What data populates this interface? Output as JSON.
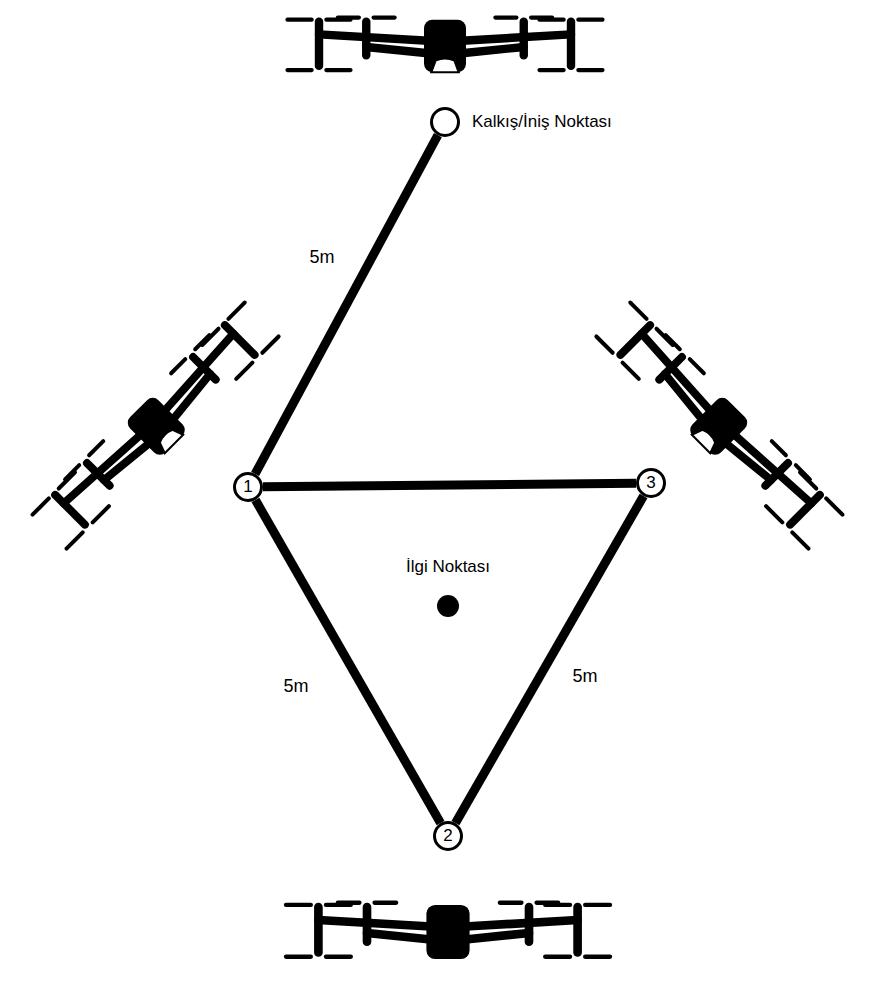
{
  "diagram": {
    "nodes": [
      {
        "text": [
          "Kalkış/İniş Noktası"
        ]
      },
      {
        "text": [
          "1"
        ]
      },
      {
        "text": [
          "3"
        ]
      },
      {
        "text": [
          "İlgi Noktası"
        ]
      },
      {
        "text": [
          "2"
        ]
      }
    ],
    "edges": [
      {
        "from": 0,
        "to": 1,
        "arrow": "none",
        "label": "5m"
      },
      {
        "from": 1,
        "to": 2,
        "arrow": "none"
      },
      {
        "from": 1,
        "to": 4,
        "arrow": "none",
        "label": "5m"
      },
      {
        "from": 2,
        "to": 4,
        "arrow": "none",
        "label": "5m"
      }
    ]
  }
}
